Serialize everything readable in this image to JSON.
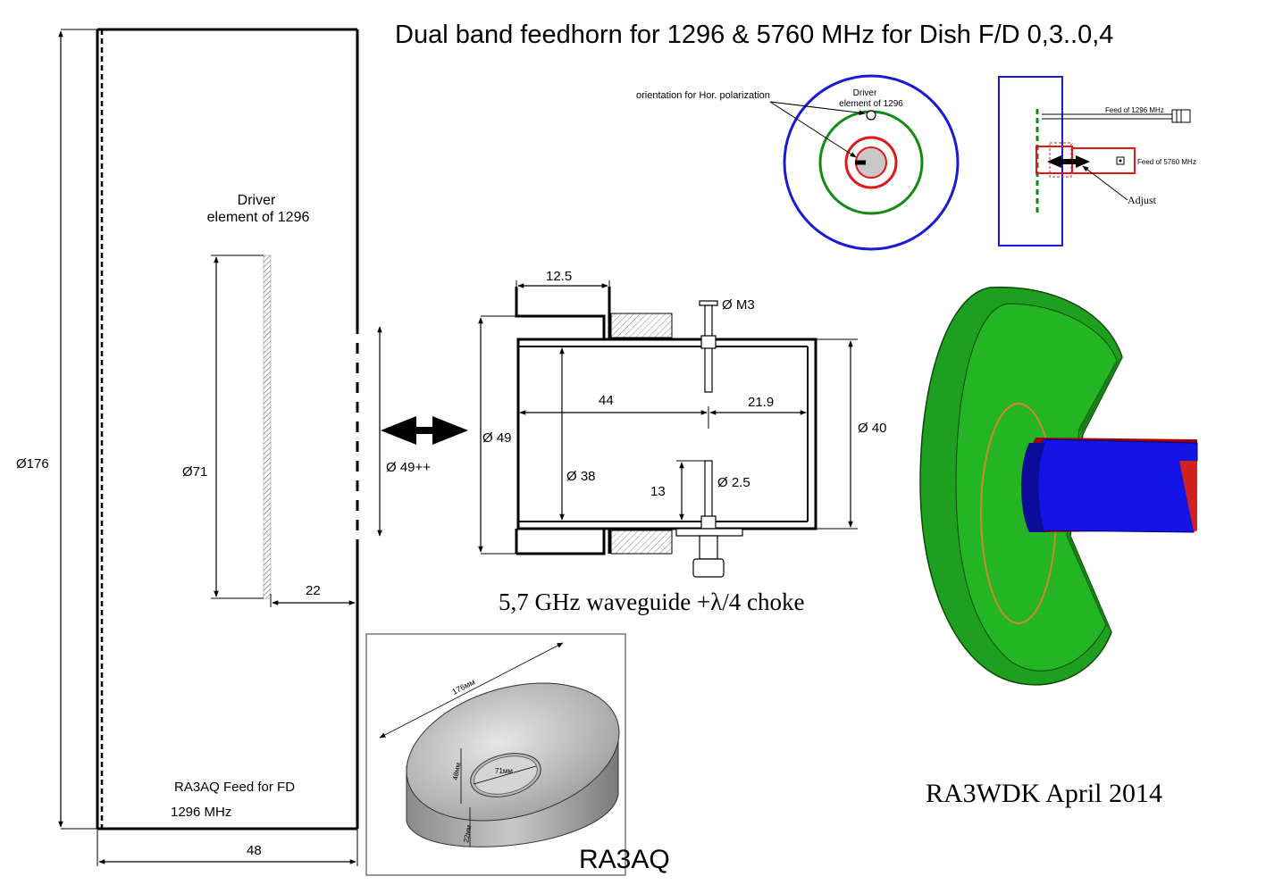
{
  "title": "Dual band feedhorn  for 1296 & 5760 MHz for Dish F/D 0,3..0,4",
  "colors": {
    "title": "#1010a0",
    "blue": "#1a1ad6",
    "green": "#138a13",
    "red": "#e01818",
    "green3d": "#1fa61f",
    "blue3d": "#1010e8",
    "red3d": "#a00000",
    "ring": "#d08a2c"
  },
  "left_drawing": {
    "driver_label_line1": "Driver",
    "driver_label_line2": "element of 1296",
    "dim_diameter": "Ø176",
    "dim_driver": "Ø71",
    "dim_offset": "22",
    "dim_width": "48",
    "feed_label": "RA3AQ Feed for FD",
    "freq_label": "1296 MHz"
  },
  "aperture": {
    "dim": "Ø 49++"
  },
  "waveguide": {
    "dim_choke": "12.5",
    "dim_screw": "Ø M3",
    "dim_outer": "Ø 49",
    "dim_inner": "Ø 38",
    "dim_depth": "44",
    "dim_tail": "21.9",
    "dim_right": "Ø 40",
    "dim_probe_h": "13",
    "dim_probe_d": "Ø 2.5",
    "caption": "5,7 GHz waveguide +λ/4  choke"
  },
  "front_view": {
    "orientation_label": "orientation  for Hor. polarization",
    "driver_line1": "Driver",
    "driver_line2": "element of 1296"
  },
  "side_view": {
    "feed_1296": "Feed of 1296 MHz",
    "feed_5760": "Feed of 5760 MHz",
    "adjust": "Adjust"
  },
  "photo": {
    "dim_176": "176мм",
    "dim_71": "71мм",
    "dim_48": "48мм",
    "dim_22": "22мм",
    "label": "RA3AQ"
  },
  "signature": "RA3WDK  April 2014"
}
